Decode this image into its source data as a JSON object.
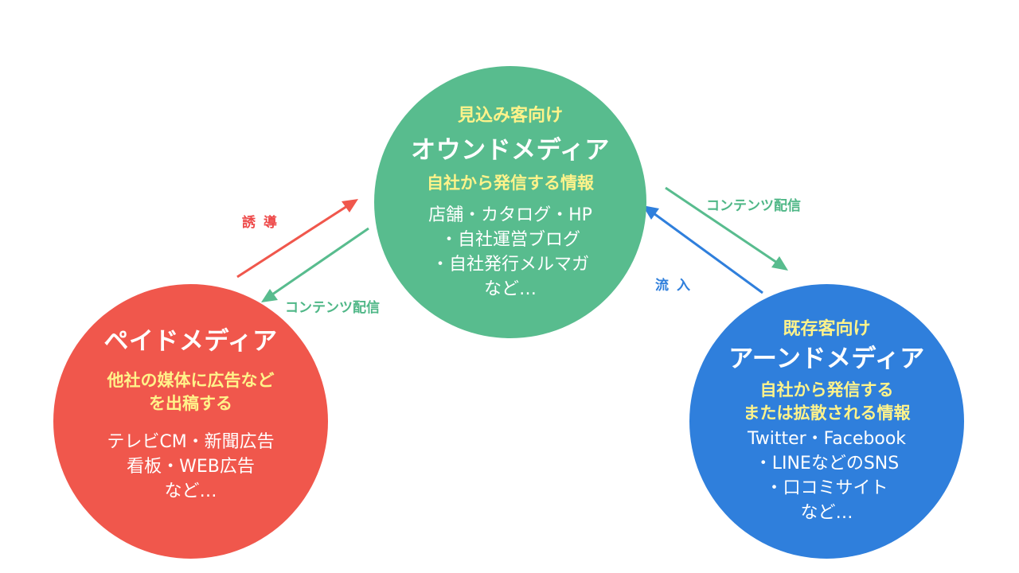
{
  "owned": {
    "subtitle": "見込み客向け",
    "title": "オウンドメディア",
    "description": "自社から発信する情報",
    "examples": [
      "店舗・カタログ・HP",
      "・自社運営ブログ",
      "・自社発行メルマガ",
      "など…"
    ]
  },
  "paid": {
    "title": "ペイドメディア",
    "description": [
      "他社の媒体に広告など",
      "を出稿する"
    ],
    "examples": [
      "テレビCM・新聞広告",
      "看板・WEB広告",
      "など…"
    ]
  },
  "earned": {
    "subtitle": "既存客向け",
    "title": "アーンドメディア",
    "description": [
      "自社から発信する",
      "または拡散される情報"
    ],
    "examples": [
      "Twitter・Facebook",
      "・LINEなどのSNS",
      "・口コミサイト",
      "など…"
    ]
  },
  "arrows": {
    "paid_to_owned_label": "誘導",
    "owned_to_paid_label": "コンテンツ配信",
    "owned_to_earned_label": "コンテンツ配信",
    "earned_to_owned_label": "流入"
  },
  "colors": {
    "owned": "#58bc8e",
    "paid": "#f0574c",
    "earned": "#2f7fdc",
    "highlight_text": "#fff38a",
    "arrow_red": "#f0574c",
    "arrow_green": "#58bc8e",
    "arrow_blue": "#2f7fdc"
  }
}
